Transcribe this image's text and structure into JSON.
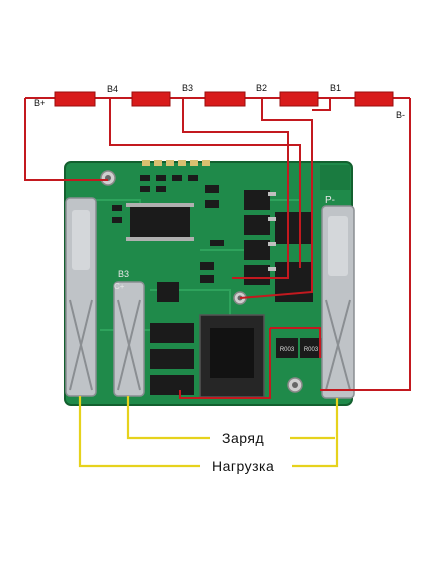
{
  "diagram": {
    "nodes": {
      "b_plus": "B+",
      "b4": "B4",
      "b3": "B3",
      "b2": "B2",
      "b1": "B1",
      "b_minus": "B-"
    },
    "board_silk": {
      "p_minus": "P-",
      "b3_pad": "B3",
      "c_plus": "C+"
    },
    "legend": {
      "charge": "Заряд",
      "load": "Нагрузка"
    },
    "colors": {
      "battery_cell": "#d81b1b",
      "balance_wire": "#c3191f",
      "terminal_wire": "#e6d21c",
      "pcb": "#1f8a4a",
      "pcb_dark": "#14663a",
      "terminal_metal": "#bfc3c7",
      "component": "#1b1b1b"
    }
  }
}
